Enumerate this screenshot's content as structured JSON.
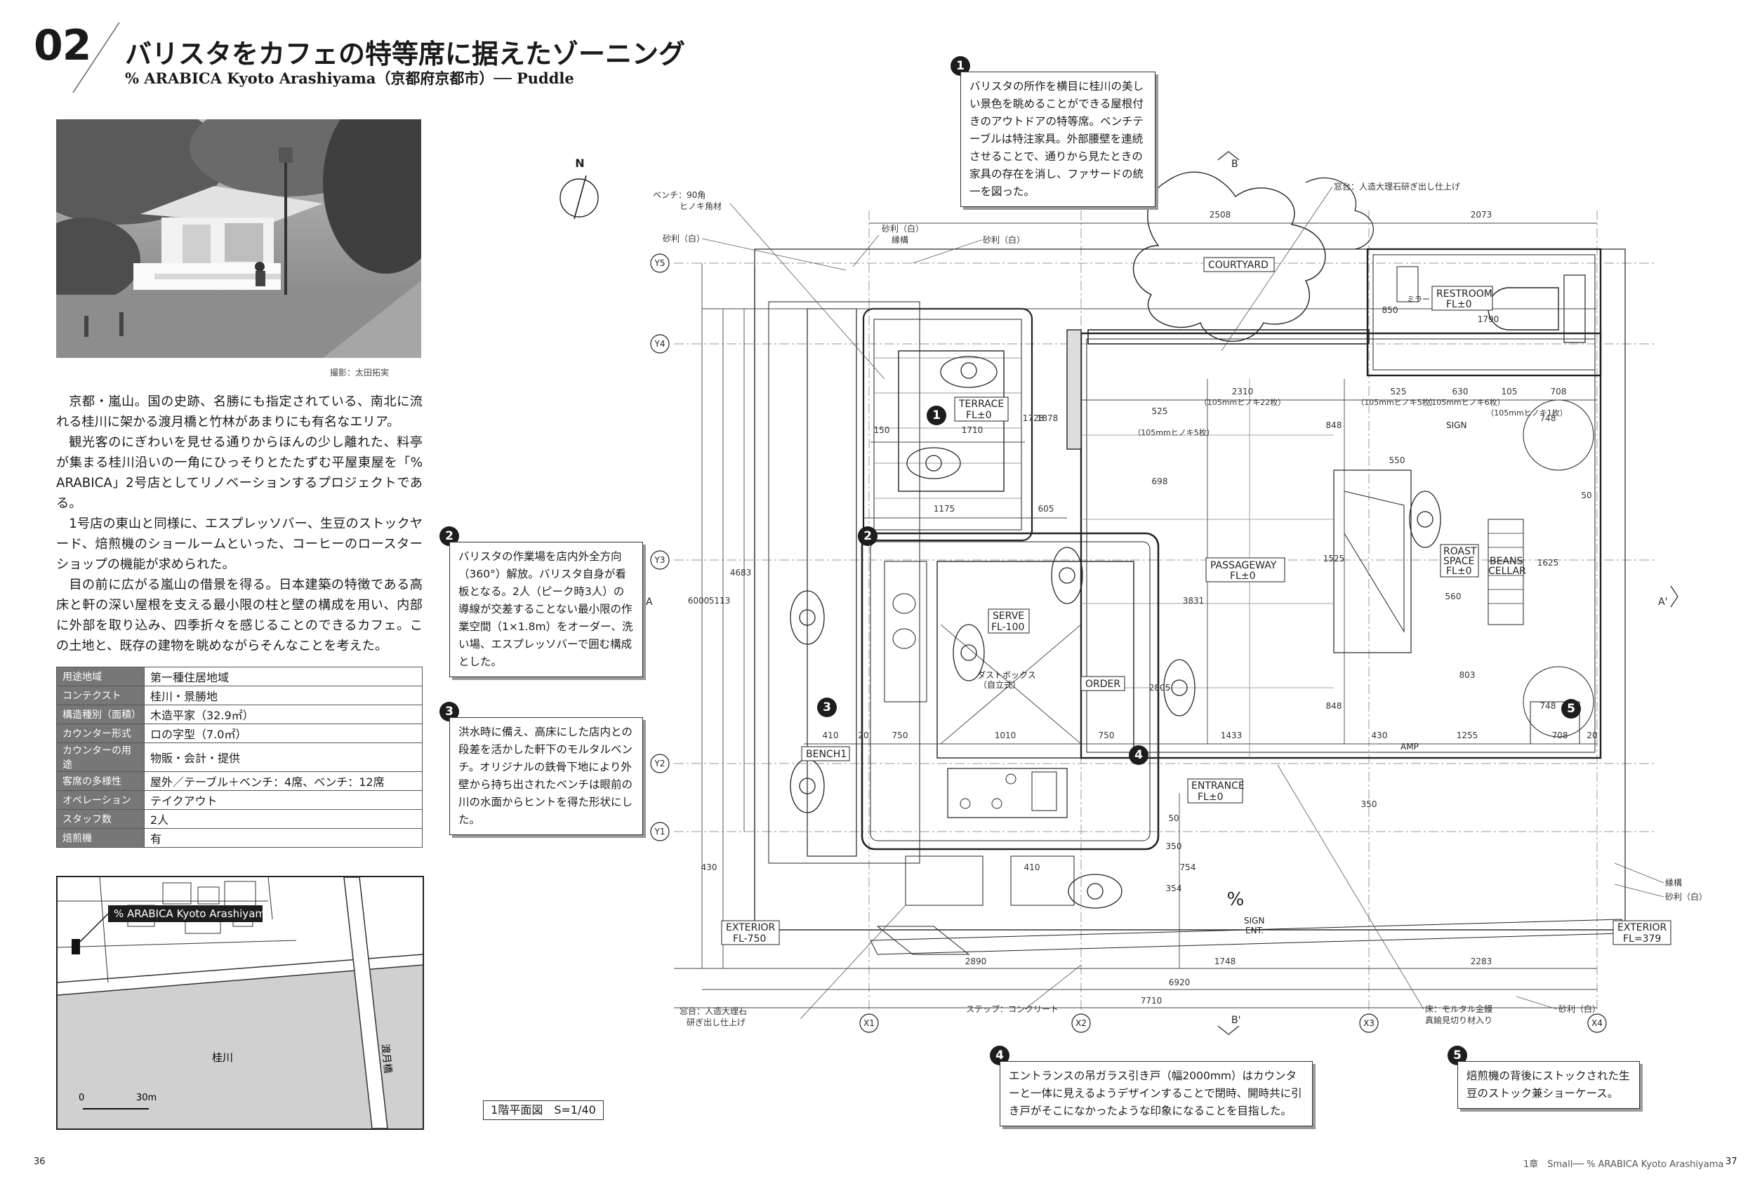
{
  "header": {
    "chapter_no": "02",
    "title": "バリスタをカフェの特等席に据えたゾーニング",
    "subtitle": "% ARABICA Kyoto Arashiyama（京都府京都市）── Puddle"
  },
  "photo": {
    "credit": "撮影：太田拓実"
  },
  "body_paragraphs": [
    "京都・嵐山。国の史跡、名勝にも指定されている、南北に流れる桂川に架かる渡月橋と竹林があまりにも有名なエリア。",
    "観光客のにぎわいを見せる通りからほんの少し離れた、料亭が集まる桂川沿いの一角にひっそりとたたずむ平屋東屋を「% ARABICA」2号店としてリノベーションするプロジェクトである。",
    "1号店の東山と同様に、エスプレッソバー、生豆のストックヤード、焙煎機のショールームといった、コーヒーのロースターショップの機能が求められた。",
    "目の前に広がる嵐山の借景を得る。日本建築の特徴である高床と軒の深い屋根を支える最小限の柱と壁の構成を用い、内部に外部を取り込み、四季折々を感じることのできるカフェ。この土地と、既存の建物を眺めながらそんなことを考えた。"
  ],
  "spec_table": [
    {
      "k": "用途地域",
      "v": "第一種住居地域"
    },
    {
      "k": "コンテクスト",
      "v": "桂川・景勝地"
    },
    {
      "k": "構造種別（面積）",
      "v": "木造平家（32.9㎡）"
    },
    {
      "k": "カウンター形式",
      "v": "ロの字型（7.0㎡）"
    },
    {
      "k": "カウンターの用途",
      "v": "物販・会計・提供"
    },
    {
      "k": "客席の多様性",
      "v": "屋外／テーブル＋ベンチ：4席、ベンチ：12席"
    },
    {
      "k": "オペレーション",
      "v": "テイクアウト"
    },
    {
      "k": "スタッフ数",
      "v": "2人"
    },
    {
      "k": "焙煎機",
      "v": "有"
    }
  ],
  "map": {
    "shop_label": "% ARABICA Kyoto Arashiyama",
    "river_label": "桂川",
    "bridge_label": "渡月橋",
    "scale_0": "0",
    "scale_30": "30m"
  },
  "callouts": [
    {
      "n": "1",
      "text": "バリスタの所作を横目に桂川の美しい景色を眺めることができる屋根付きのアウトドアの特等席。ベンチテーブルは特注家具。外部腰壁を連続させることで、通りから見たときの家具の存在を消し、ファサードの統一を図った。"
    },
    {
      "n": "2",
      "text": "バリスタの作業場を店内外全方向（360°）解放。バリスタ自身が看板となる。2人（ピーク時3人）の導線が交差することない最小限の作業空間（1×1.8m）をオーダー、洗い場、エスプレッソバーで囲む構成とした。"
    },
    {
      "n": "3",
      "text": "洪水時に備え、高床にした店内との段差を活かした軒下のモルタルベンチ。オリジナルの鉄骨下地により外壁から持ち出されたベンチは眼前の川の水面からヒントを得た形状にした。"
    },
    {
      "n": "4",
      "text": "エントランスの吊ガラス引き戸（幅2000mm）はカウンターと一体に見えるようデザインすることで閉時、開時共に引き戸がそこになかったような印象になることを目指した。"
    },
    {
      "n": "5",
      "text": "焙煎機の背後にストックされた生豆のストック兼ショーケース。"
    }
  ],
  "plan": {
    "north": "N",
    "rooms": {
      "courtyard": "COURTYARD",
      "restroom": "RESTROOM",
      "restroom_fl": "FL±0",
      "terrace": "TERRACE",
      "terrace_fl": "FL±0",
      "serve": "SERVE",
      "serve_fl": "FL-100",
      "order": "ORDER",
      "passageway": "PASSAGEWAY",
      "passageway_fl": "FL±0",
      "roast": "ROAST",
      "space": "SPACE",
      "roast_fl": "FL±0",
      "beans": "BEANS",
      "cellar": "CELLAR",
      "entrance": "ENTRANCE",
      "entrance_fl": "FL±0",
      "bench1": "BENCH1",
      "exterior_l": "EXTERIOR",
      "exterior_l_fl": "FL-750",
      "exterior_r": "EXTERIOR",
      "exterior_r_fl": "FL=379",
      "sign": "SIGN",
      "sign_ent": "SIGN",
      "ent": "ENT.",
      "amp": "AMP",
      "trash": "ダストボックス",
      "trash2": "（自立式）",
      "mirror": "ミラー"
    },
    "notes": {
      "bench": "ベンチ：90角",
      "bench2": "ヒノキ角材",
      "gravel1": "砂利（白）",
      "gravel2": "砂利（白）",
      "curb": "縁構",
      "gravel3": "砂利（白）",
      "window": "窓台：人造大理石研ぎ出し仕上げ",
      "window_b": "窓台：人造大理石",
      "window_b2": "研ぎ出し仕上げ",
      "step": "ステップ：コンクリート",
      "floor": "床：モルタル金鏝",
      "floor2": "真鍮見切り材入り",
      "curb_r": "縁構",
      "gravel_r": "砂利（白）",
      "gravel_br": "砂利（白）"
    },
    "grid": {
      "y5": "Y5",
      "y4": "Y4",
      "y3": "Y3",
      "y2": "Y2",
      "y1": "Y1",
      "x1": "X1",
      "x2": "X2",
      "x3": "X3",
      "x4": "X4",
      "a": "A",
      "a2": "A'",
      "b": "B",
      "b2": "B'"
    },
    "dims": {
      "d2508": "2508",
      "d2073": "2073",
      "d2310": "2310",
      "d22": "（105mmヒノキ22枚）",
      "d525": "525",
      "d630": "630",
      "d105": "105",
      "d708": "708",
      "d5": "（105mmヒノキ5枚）",
      "d6": "（105mmヒノキ6枚）",
      "d1": "（105mmヒノキ1枚）",
      "d1790": "1790",
      "d850": "850",
      "d1710": "1710",
      "d150": "150",
      "d1728": "1728",
      "d1878": "1878",
      "d1175": "1175",
      "d605": "605",
      "d525v": "525",
      "d5v": "（105mmヒノキ5枚）",
      "d698": "698",
      "d848": "848",
      "d550": "550",
      "d748": "748",
      "d50": "50",
      "d1525": "1525",
      "d3831": "3831",
      "d560": "560",
      "d1625": "1625",
      "d803": "803",
      "d748b": "748",
      "d6000": "6000",
      "d5113": "5113",
      "d4683": "4683",
      "d410": "410",
      "d20": "20",
      "d750": "750",
      "d1010": "1010",
      "d750b": "750",
      "d1433": "1433",
      "d430": "430",
      "d1255": "1255",
      "d708b": "708",
      "d20b": "20",
      "d848b": "848",
      "d2805": "2805",
      "d50b": "50",
      "d350": "350",
      "d354": "354",
      "d754": "754",
      "d410b": "410",
      "d350b": "350",
      "d430b": "430",
      "d2890": "2890",
      "d1748": "1748",
      "d2283": "2283",
      "d6920": "6920",
      "d7710": "7710"
    },
    "scale_label": "1階平面図　S=1/40"
  },
  "footer": {
    "page_left": "36",
    "page_right": "37",
    "running": "1章　Small── % ARABICA Kyoto Arashiyama"
  }
}
